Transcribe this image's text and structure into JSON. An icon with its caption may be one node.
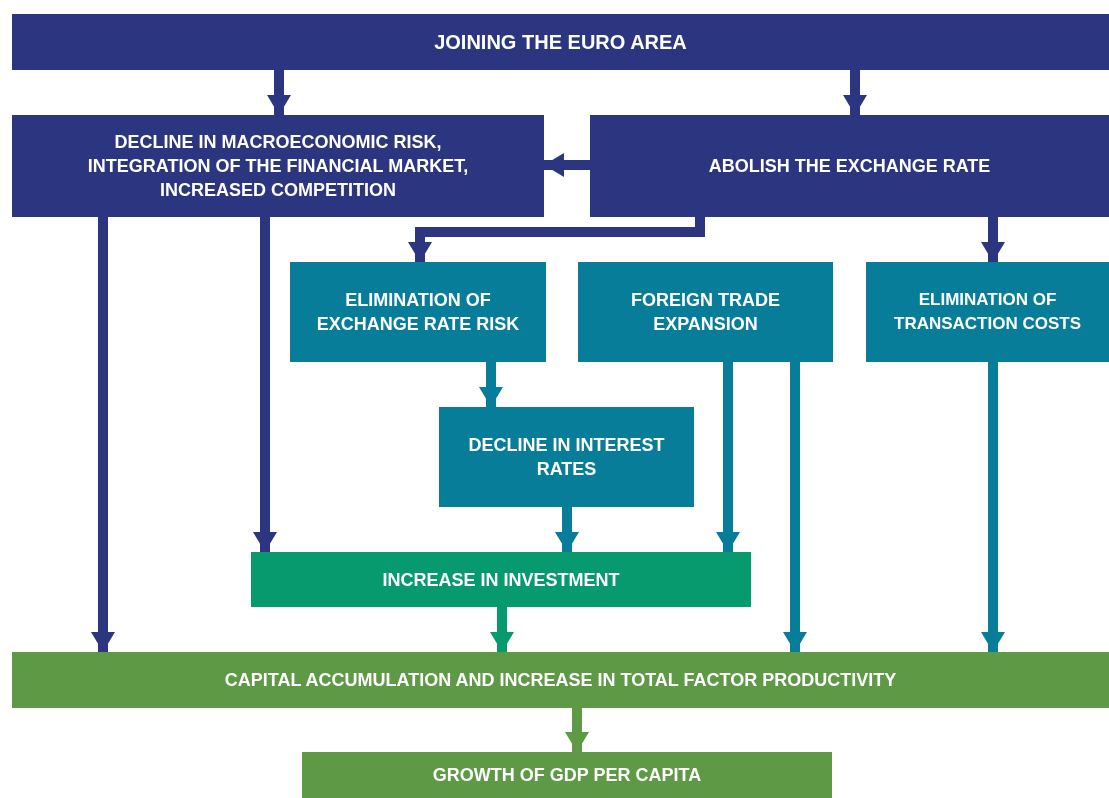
{
  "diagram": {
    "nodes": [
      {
        "text": [
          "JOINING THE EURO AREA"
        ]
      },
      {
        "text": [
          "DECLINE IN MACROECONOMIC RISK, INTEGRATION OF THE FINANCIAL MARKET, INCREASED COMPETITION"
        ]
      },
      {
        "text": [
          "ABOLISH THE EXCHANGE RATE"
        ]
      },
      {
        "text": [
          "ELIMINATION OF EXCHANGE RATE RISK"
        ]
      },
      {
        "text": [
          "FOREIGN TRADE EXPANSION"
        ]
      },
      {
        "text": [
          "ELIMINATION OF TRANSACTION COSTS"
        ]
      },
      {
        "text": [
          "DECLINE IN INTEREST RATES"
        ]
      },
      {
        "text": [
          "INCREASE IN INVESTMENT"
        ]
      },
      {
        "text": [
          "CAPITAL ACCUMULATION AND INCREASE IN TOTAL FACTOR PRODUCTIVITY"
        ]
      },
      {
        "text": [
          "GROWTH OF GDP PER CAPITA"
        ]
      }
    ],
    "edges": [
      {
        "from": 0,
        "to": 1,
        "arrow": "to"
      },
      {
        "from": 0,
        "to": 2,
        "arrow": "to"
      },
      {
        "from": 2,
        "to": 1,
        "arrow": "to"
      },
      {
        "from": 2,
        "to": 3,
        "arrow": "to"
      },
      {
        "from": 2,
        "to": 5,
        "arrow": "to"
      },
      {
        "from": 1,
        "to": 8,
        "arrow": "to"
      },
      {
        "from": 1,
        "to": 7,
        "arrow": "to"
      },
      {
        "from": 3,
        "to": 6,
        "arrow": "to",
        "color": "#077d99"
      },
      {
        "from": 6,
        "to": 7,
        "arrow": "to",
        "color": "#077d99"
      },
      {
        "from": 4,
        "to": 7,
        "arrow": "to",
        "color": "#077d99"
      },
      {
        "from": 4,
        "to": 8,
        "arrow": "to",
        "color": "#077d99"
      },
      {
        "from": 5,
        "to": 8,
        "arrow": "to",
        "color": "#077d99"
      },
      {
        "from": 7,
        "to": 8,
        "arrow": "to",
        "color": "#079a6e"
      },
      {
        "from": 8,
        "to": 9,
        "arrow": "to",
        "color": "#5e9a46"
      }
    ]
  }
}
